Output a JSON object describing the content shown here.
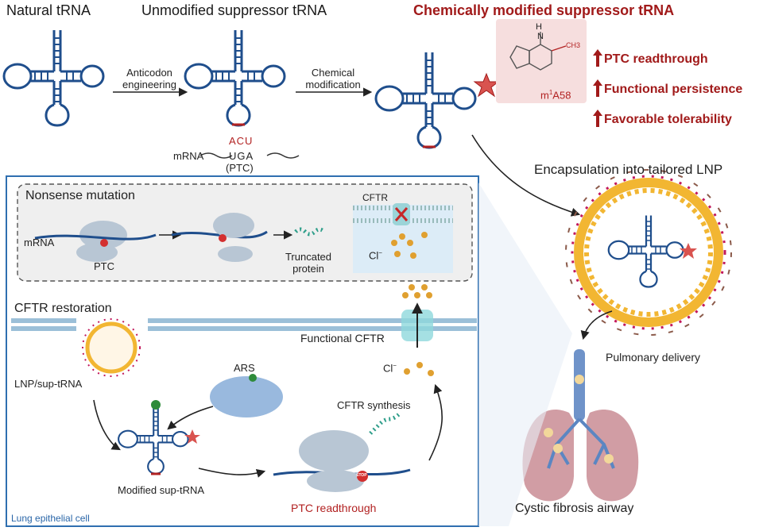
{
  "header": {
    "natural_trna": "Natural tRNA",
    "unmodified_trna": "Unmodified suppressor tRNA",
    "modified_trna": "Chemically modified suppressor tRNA"
  },
  "arrows": {
    "anticodon_line1": "Anticodon",
    "anticodon_line2": "engineering",
    "chemical_line1": "Chemical",
    "chemical_line2": "modification"
  },
  "codon": {
    "anticodon": "ACU",
    "mrna_label": "mRNA",
    "codon": "UGA",
    "ptc": "(PTC)"
  },
  "molecule": {
    "n_label": "N",
    "h_label": "H",
    "methyl": "CH3",
    "name_prefix": "m",
    "name_sup": "1",
    "name_suffix": "A58"
  },
  "benefits": [
    "PTC readthrough",
    "Functional persistence",
    "Favorable tolerability"
  ],
  "lnp": {
    "title": "Encapsulation into tailored LNP",
    "pulmonary": "Pulmonary delivery",
    "airway": "Cystic fibrosis airway"
  },
  "nonsense": {
    "title": "Nonsense mutation",
    "mrna": "mRNA",
    "ptc": "PTC",
    "truncated_line1": "Truncated",
    "truncated_line2": "protein",
    "cftr": "CFTR",
    "cl": "Cl"
  },
  "restoration": {
    "title": "CFTR restoration",
    "functional": "Functional CFTR",
    "cl": "Cl",
    "ars": "ARS",
    "lnp_sup": "LNP/sup-tRNA",
    "synthesis": "CFTR synthesis",
    "modified": "Modified sup-tRNA",
    "readthrough": "PTC readthrough",
    "cell": "Lung epithelial cell",
    "stop": "STOP"
  },
  "colors": {
    "trna": "#1f4e8c",
    "accent_red": "#a11a1a",
    "panel_border": "#2f6fb0",
    "lnp_yellow": "#f2b632",
    "lnp_pink": "#c2185b",
    "lung": "#c98c94"
  }
}
